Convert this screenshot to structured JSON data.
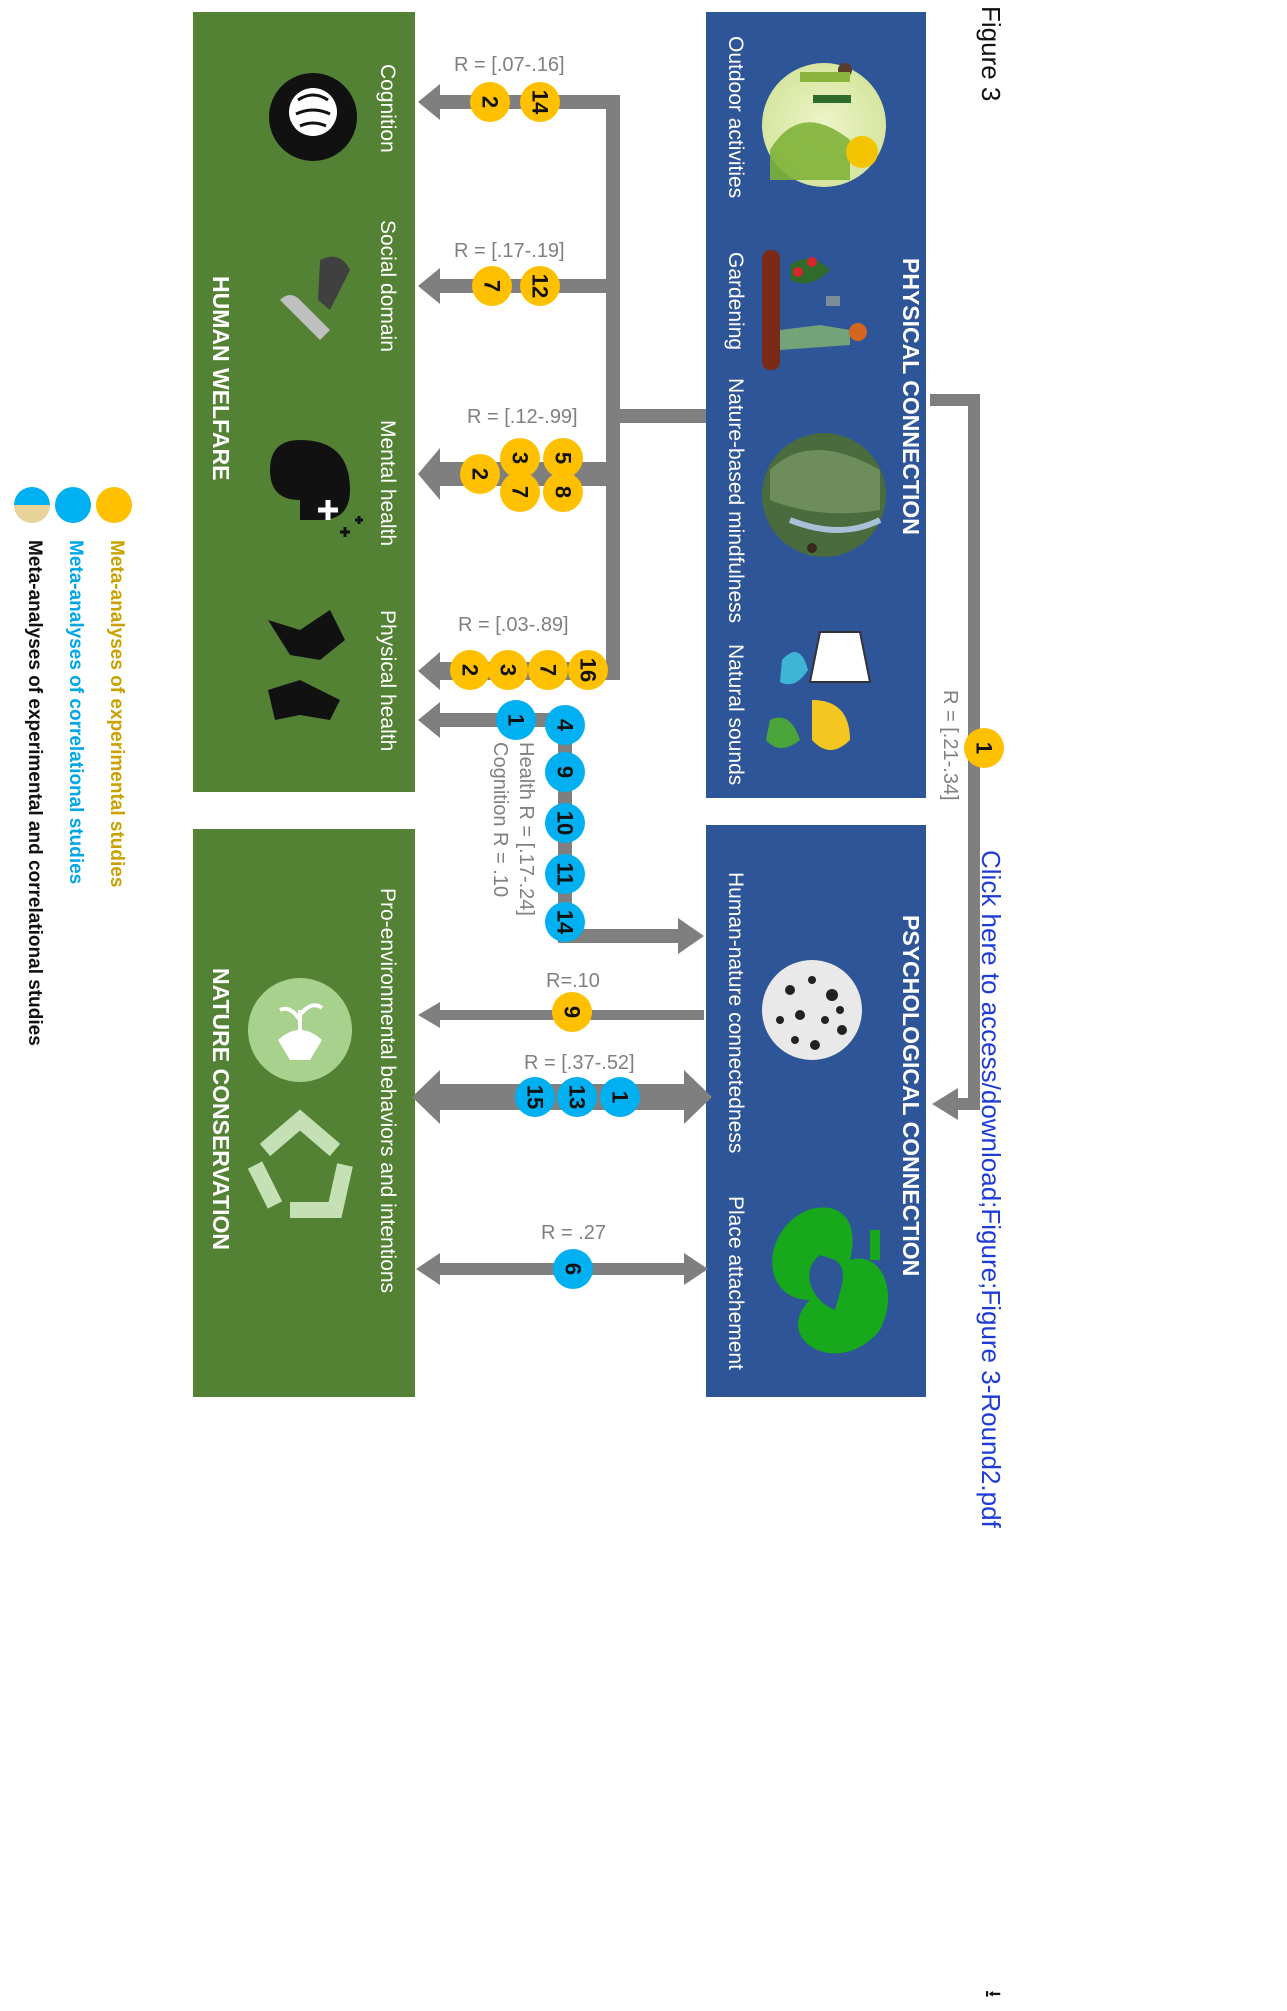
{
  "figure_label": "Figure 3",
  "download_link": "Click here to access/download;Figure;Figure 3-Round2.pdf",
  "panels": {
    "physical": {
      "title": "PHYSICAL CONNECTION",
      "items": [
        "Outdoor activities",
        "Gardening",
        "Nature-based mindfulness",
        "Natural sounds"
      ]
    },
    "psychological": {
      "title": "PSYCHOLOGICAL CONNECTION",
      "items": [
        "Human-nature connectedness",
        "Place attachement"
      ]
    },
    "welfare": {
      "title": "HUMAN WELFARE",
      "items": [
        "Cognition",
        "Social domain",
        "Mental health",
        "Physical health"
      ]
    },
    "conservation": {
      "title": "NATURE CONSERVATION",
      "items": [
        "Pro-environmental behaviors and intentions"
      ]
    }
  },
  "links": {
    "cognition": {
      "r": "R = [.07-.16]",
      "badges": [
        "2",
        "14"
      ]
    },
    "social": {
      "r": "R = [.17-.19]",
      "badges": [
        "7",
        "12"
      ]
    },
    "mental": {
      "r": "R = [.12-.99]",
      "badges": [
        "2",
        "3",
        "5",
        "7",
        "8"
      ]
    },
    "physical_health": {
      "r": "R = [.03-.89]",
      "badges": [
        "2",
        "3",
        "7",
        "16"
      ]
    },
    "phys_to_psych": {
      "r": "R = [.21-.34]",
      "badges": [
        "1"
      ]
    },
    "psych_to_welfare": {
      "r_health": "Health R = [.17-.24]",
      "r_cognition": "Cognition R = .10",
      "badges": [
        "1",
        "4",
        "9",
        "10",
        "11",
        "14"
      ]
    },
    "connect_to_pro": {
      "r": "R=.10",
      "badges": [
        "9"
      ]
    },
    "connect_bidirectional": {
      "r": "R = [.37-.52]",
      "badges": [
        "15",
        "13",
        "1"
      ]
    },
    "place_to_pro": {
      "r": "R = .27",
      "badges": [
        "6"
      ]
    }
  },
  "legend": {
    "experimental": "Meta-analyses of experimental studies",
    "correlational": "Meta-analyses of correlational studies",
    "both": "Meta-analyses of experimental and correlational studies"
  },
  "colors": {
    "blue_panel": "#2e5597",
    "green_panel": "#548235",
    "arrow": "#7f7f7f",
    "experimental": "#ffc000",
    "correlational": "#00b0f0",
    "both_bottom": "#e8d49a",
    "legend_experimental_text": "#c9a200",
    "legend_correlational_text": "#00a6e6"
  }
}
